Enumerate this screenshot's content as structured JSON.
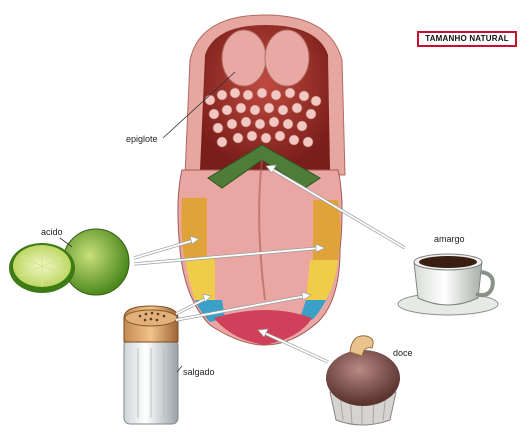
{
  "badge": {
    "text": "TAMANHO NATURAL"
  },
  "labels": {
    "epiglote": "epiglote",
    "acido": "acido",
    "amargo": "amargo",
    "salgado": "salgado",
    "doce": "doce"
  },
  "zones": [
    {
      "name": "amargo",
      "color": "#4e7d3a"
    },
    {
      "name": "acido",
      "color": "#e0a33a"
    },
    {
      "name": "salgado",
      "color": "#3aa0c8"
    },
    {
      "name": "doce",
      "color": "#d0405a"
    }
  ],
  "colors": {
    "accent_border": "#c8102e",
    "tongue_pink": "#e9a6a2",
    "arrow": "#ffffff"
  },
  "icons": [
    "tongue-illustration",
    "lime-icon",
    "salt-shaker-icon",
    "coffee-cup-icon",
    "cupcake-icon"
  ]
}
